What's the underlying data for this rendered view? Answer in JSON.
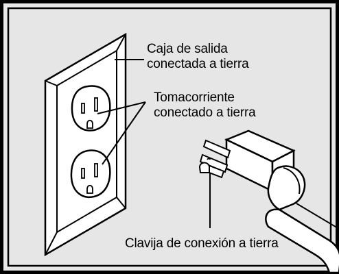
{
  "colors": {
    "background": "#e6e6e6",
    "frame_border": "#000000",
    "plate": "#ffffff",
    "line": "#000000"
  },
  "labels": {
    "outlet_box": {
      "line1": "Caja de salida",
      "line2": "conectada a tierra"
    },
    "receptacle": {
      "line1": "Tomacorriente",
      "line2": "conectado a tierra"
    },
    "ground_pin": {
      "text": "Clavija de conexión a tierra"
    }
  }
}
